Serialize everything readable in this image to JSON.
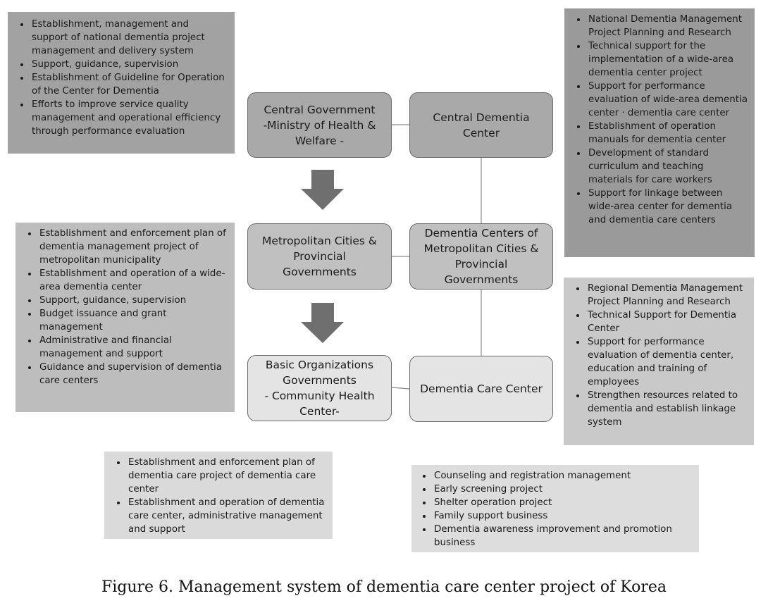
{
  "caption": "Figure 6. Management system of dementia care center project of Korea",
  "nodes": {
    "central_government": "Central Government\n-Ministry of Health &\nWelfare -",
    "central_dementia_center": "Central Dementia\nCenter",
    "metro_governments": "Metropolitan Cities &\nProvincial\nGovernments",
    "metro_dementia_centers": "Dementia Centers of\nMetropolitan Cities &\nProvincial\nGovernments",
    "basic_governments": "Basic Organizations\nGovernments\n- Community Health\nCenter-",
    "dementia_care_center": "Dementia Care Center"
  },
  "panels": {
    "central_government_roles": [
      "Establishment, management and support of national dementia project management and delivery system",
      "Support, guidance, supervision",
      "Establishment of Guideline for Operation of the Center for Dementia",
      "Efforts to improve service quality management and operational efficiency through performance evaluation"
    ],
    "central_center_roles": [
      "National Dementia Management Project Planning and Research",
      "Technical support for the implementation of a wide-area dementia center project",
      "Support for performance evaluation of wide-area dementia center · dementia care center",
      "Establishment of operation manuals for dementia center",
      "Development of standard curriculum and teaching materials for care workers",
      "Support for linkage between wide-area center for dementia and dementia care centers"
    ],
    "metro_government_roles": [
      "Establishment and enforcement plan of dementia management project of metropolitan municipality",
      "Establishment and operation of a wide-area dementia center",
      "Support, guidance, supervision",
      "Budget issuance and grant management",
      "Administrative and financial management and support",
      "Guidance and supervision of dementia care centers"
    ],
    "metro_center_roles": [
      "Regional Dementia Management Project Planning and Research",
      "Technical Support for Dementia Center",
      "Support for performance evaluation of dementia center, education and training of employees",
      "Strengthen resources related to dementia and establish linkage system"
    ],
    "basic_government_roles": [
      "Establishment and enforcement plan of dementia care project of dementia care center",
      "Establishment and operation of dementia care center, administrative management and support"
    ],
    "care_center_roles": [
      "Counseling and registration management",
      "Early screening project",
      "Shelter operation project",
      "Family support business",
      "Dementia awareness improvement and promotion business"
    ]
  }
}
